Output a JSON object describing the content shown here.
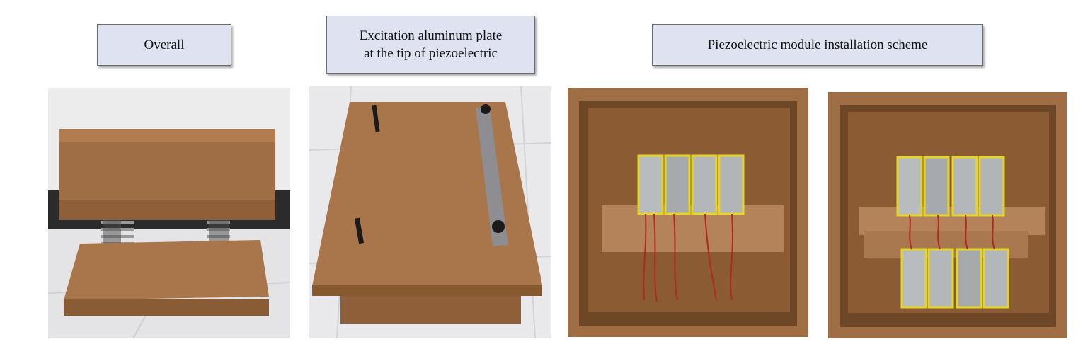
{
  "labels": {
    "overall": "Overall",
    "excitation": "Excitation aluminum plate\nat the tip of piezoelectric",
    "installation": "Piezoelectric module installation scheme"
  },
  "colors": {
    "label_bg": "#dfe3f1",
    "wood": "#a8764a",
    "wood_dark": "#7a5230",
    "piezo_tip": "#e6d62a"
  }
}
